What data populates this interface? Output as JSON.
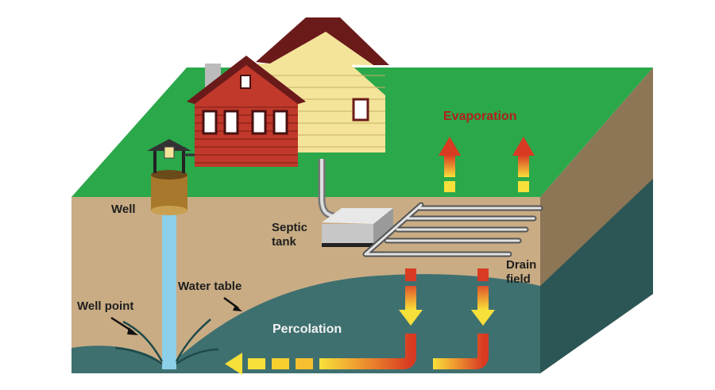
{
  "labels": {
    "evaporation": "Evaporation",
    "well": "Well",
    "septic_tank_1": "Septic",
    "septic_tank_2": "tank",
    "drain_field_1": "Drain",
    "drain_field_2": "field",
    "water_table": "Water table",
    "well_point": "Well point",
    "percolation": "Percolation"
  },
  "colors": {
    "grass": "#2aa84a",
    "soil": "#c9ac84",
    "soil_side": "#8c7656",
    "groundwater": "#3f7070",
    "groundwater_side": "#2c5656",
    "roof": "#6b1a1a",
    "red_house": "#c0392b",
    "yellow_house": "#f3e49a",
    "well_water": "#8ccfe8",
    "flow_yellow": "#f7e03a",
    "flow_red": "#d83a22",
    "evaporation_text": "#b0201c"
  }
}
